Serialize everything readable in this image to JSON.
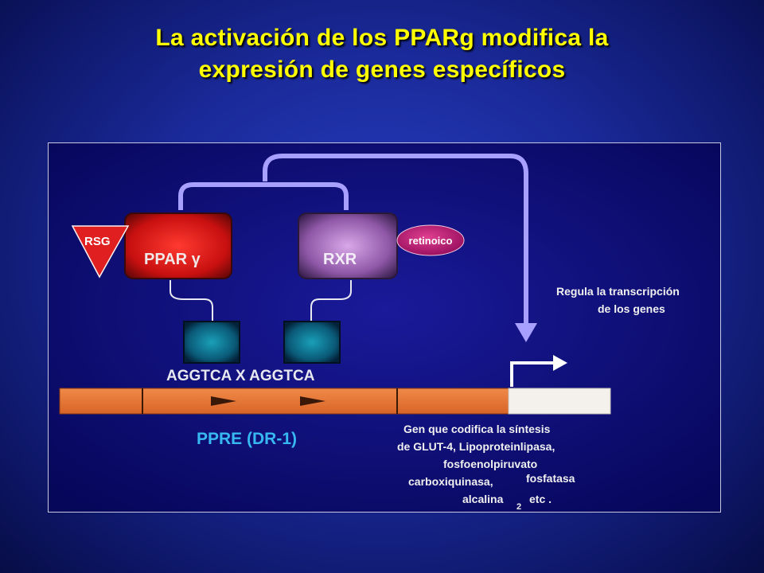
{
  "slide": {
    "title_line1": "La activación de los PPARg modifica la",
    "title_line2": "expresión de genes específicos"
  },
  "figure": {
    "rsg_label": "RSG",
    "ppar_label": "PPAR γ",
    "rxr_label": "RXR",
    "retinoico_label": "retinoico",
    "sequence_label": "AGGTCA X AGGTCA",
    "ppre_label": "PPRE (DR-1)",
    "regula_line1": "Regula la transcripción",
    "regula_line2": "de los genes",
    "gene_line1": "Gen que codifica la síntesis",
    "gene_line2": "de GLUT-4, Lipoproteinlipasa,",
    "gene_line3": "fosfoenolpiruvato",
    "gene_line4a": "carboxiquinasa,",
    "gene_line4b": "fosfatasa",
    "gene_line5a": "alcalina",
    "gene_line5sub": "2",
    "gene_line5b": "etc ."
  },
  "colors": {
    "title": "#ffff00",
    "background": "#1a2a9a",
    "figure_bg": "#0a0a78",
    "ppar_box": "#d01818",
    "rxr_box": "#a070b0",
    "retinoico": "#a8106a",
    "rsg": "#e02020",
    "dna_bar": "#e87838",
    "gene_region": "#f4f0ec",
    "bracket": "#a8a0ff",
    "ppre_text": "#38b8f0"
  }
}
